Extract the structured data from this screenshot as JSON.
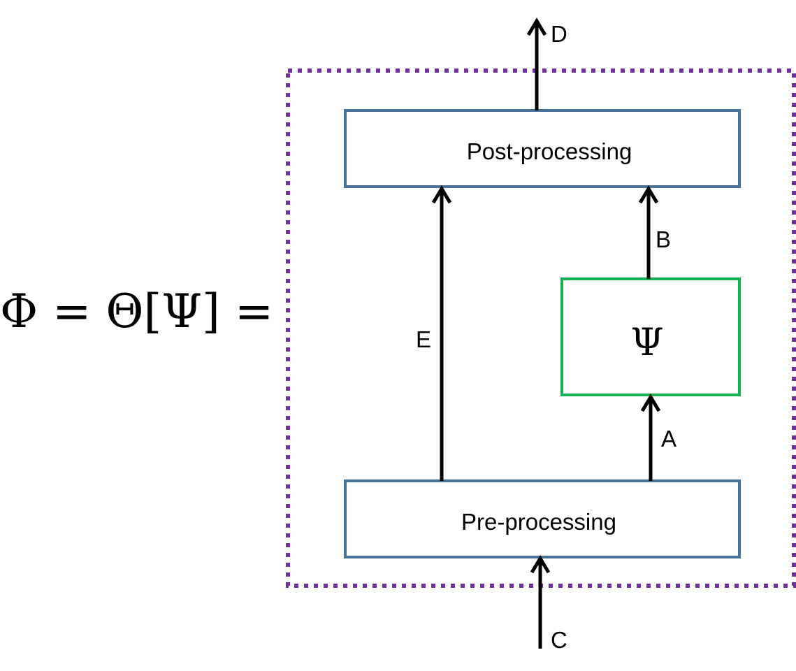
{
  "equation": {
    "text": "Φ = Θ[Ψ] ="
  },
  "boxes": {
    "post": {
      "label": "Post-processing"
    },
    "pre": {
      "label": "Pre-processing"
    },
    "psi": {
      "label": "Ψ"
    }
  },
  "arrows": {
    "input": {
      "label": "C"
    },
    "output": {
      "label": "D"
    },
    "to_psi": {
      "label": "A"
    },
    "from_psi": {
      "label": "B"
    },
    "bypass": {
      "label": "E"
    }
  },
  "colors": {
    "processing_box": "#45739a",
    "psi_box": "#11b050",
    "wrapper_border": "#7030a0",
    "arrow": "#000000"
  }
}
